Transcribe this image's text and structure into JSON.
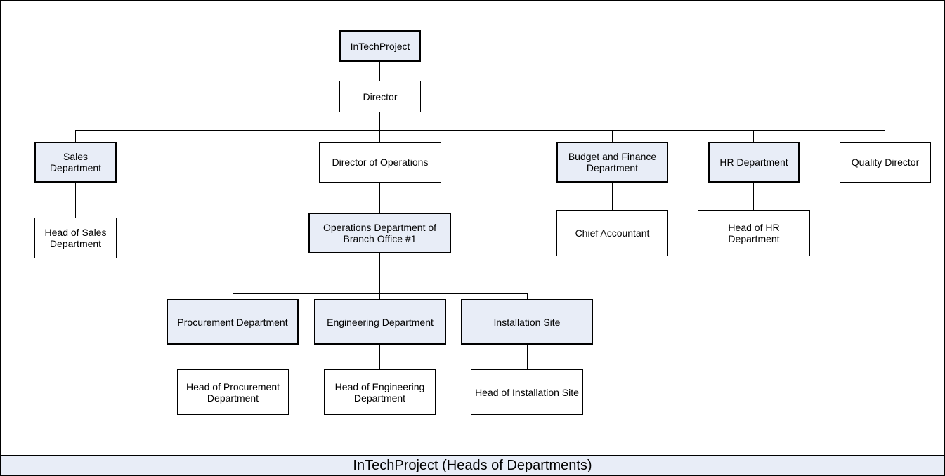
{
  "diagram": {
    "nodes": {
      "root": "InTechProject",
      "director": "Director",
      "sales_department": "Sales Department",
      "head_of_sales": "Head of Sales Department",
      "director_of_operations": "Director of Operations",
      "operations_department": "Operations Department of Branch Office #1",
      "procurement_department": "Procurement Department",
      "head_of_procurement": "Head of Procurement Department",
      "engineering_department": "Engineering Department",
      "head_of_engineering": "Head of Engineering Department",
      "installation_site": "Installation Site",
      "head_of_installation": "Head of Installation Site",
      "budget_finance_department": "Budget and Finance Department",
      "chief_accountant": "Chief Accountant",
      "hr_department": "HR Department",
      "head_of_hr": "Head of HR Department",
      "quality_director": "Quality Director"
    },
    "footer_title": "InTechProject (Heads of Departments)",
    "colors": {
      "department_fill": "#e8edf7",
      "role_fill": "#ffffff",
      "line": "#000000"
    }
  }
}
